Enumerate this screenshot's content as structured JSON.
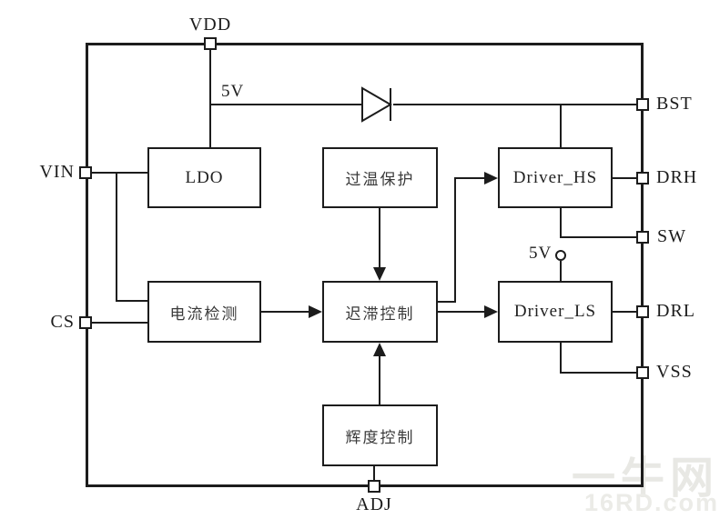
{
  "diagram": {
    "title_hint": "LED driver IC functional block diagram",
    "pins": {
      "vdd": "VDD",
      "vin": "VIN",
      "cs": "CS",
      "bst": "BST",
      "drh": "DRH",
      "sw": "SW",
      "drl": "DRL",
      "vss": "VSS",
      "adj": "ADJ"
    },
    "blocks": {
      "ldo": "LDO",
      "over_temp_protection": "过温保护",
      "current_sense": "电流检测",
      "hysteresis_control": "迟滞控制",
      "driver_hs": "Driver_HS",
      "driver_ls": "Driver_LS",
      "brightness_control": "辉度控制"
    },
    "labels": {
      "rail_5v_top": "5V",
      "rail_5v_ls": "5V"
    },
    "watermark": {
      "line1": "一牛网",
      "line2": "16RD.com"
    },
    "colors": {
      "line": "#1c1c1c",
      "background": "#ffffff",
      "watermark": "#e9e9e5"
    }
  }
}
